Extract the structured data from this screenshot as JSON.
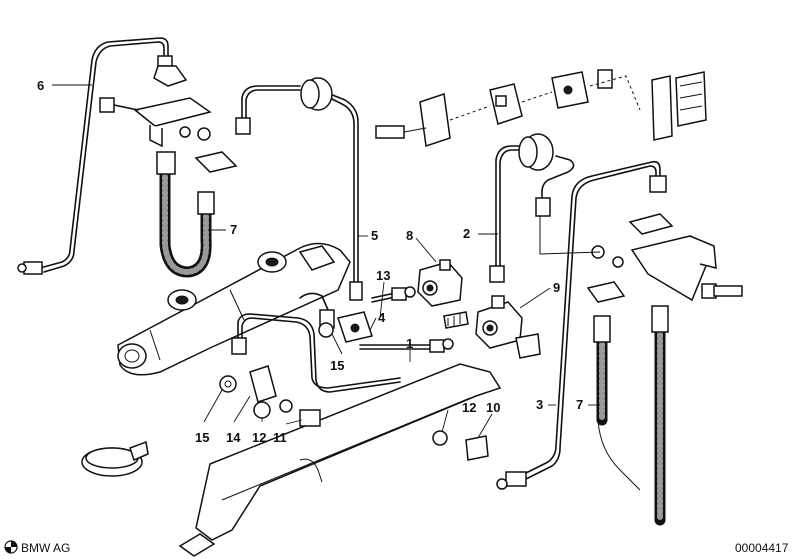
{
  "callouts": {
    "c1": "1",
    "c2": "2",
    "c3": "3",
    "c4": "4",
    "c5": "5",
    "c6": "6",
    "c7a": "7",
    "c7b": "7",
    "c8": "8",
    "c9": "9",
    "c10": "10",
    "c11": "11",
    "c12a": "12",
    "c12b": "12",
    "c13": "13",
    "c14": "14",
    "c15a": "15",
    "c15b": "15"
  },
  "footer": {
    "brand": "BMW AG",
    "doc_number": "00004417"
  }
}
